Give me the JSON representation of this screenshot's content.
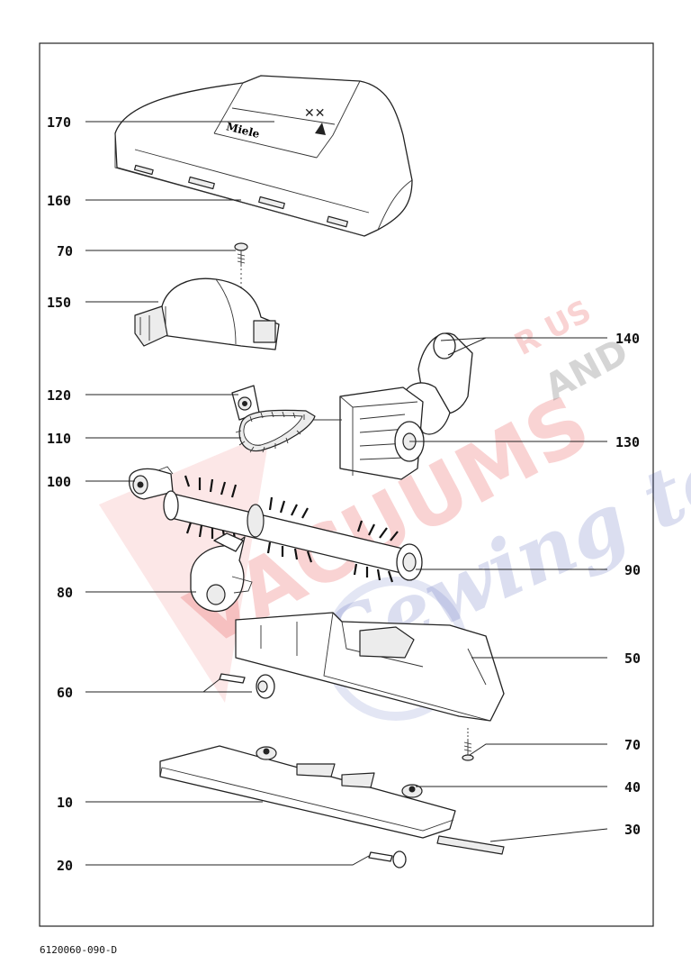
{
  "drawing_code": "6120060-090-D",
  "brand_text": "Miele",
  "watermark": {
    "text1": "VACUUMS",
    "text2": "R US",
    "text3": "AND",
    "text4": "Sewing too"
  },
  "labels": [
    {
      "id": "170",
      "text": "170"
    },
    {
      "id": "160",
      "text": "160"
    },
    {
      "id": "70a",
      "text": "70"
    },
    {
      "id": "150",
      "text": "150"
    },
    {
      "id": "140",
      "text": "140"
    },
    {
      "id": "120",
      "text": "120"
    },
    {
      "id": "110",
      "text": "110"
    },
    {
      "id": "130",
      "text": "130"
    },
    {
      "id": "100",
      "text": "100"
    },
    {
      "id": "90",
      "text": "90"
    },
    {
      "id": "80",
      "text": "80"
    },
    {
      "id": "50",
      "text": "50"
    },
    {
      "id": "60",
      "text": "60"
    },
    {
      "id": "70b",
      "text": "70"
    },
    {
      "id": "40",
      "text": "40"
    },
    {
      "id": "10",
      "text": "10"
    },
    {
      "id": "30",
      "text": "30"
    },
    {
      "id": "20",
      "text": "20"
    }
  ]
}
